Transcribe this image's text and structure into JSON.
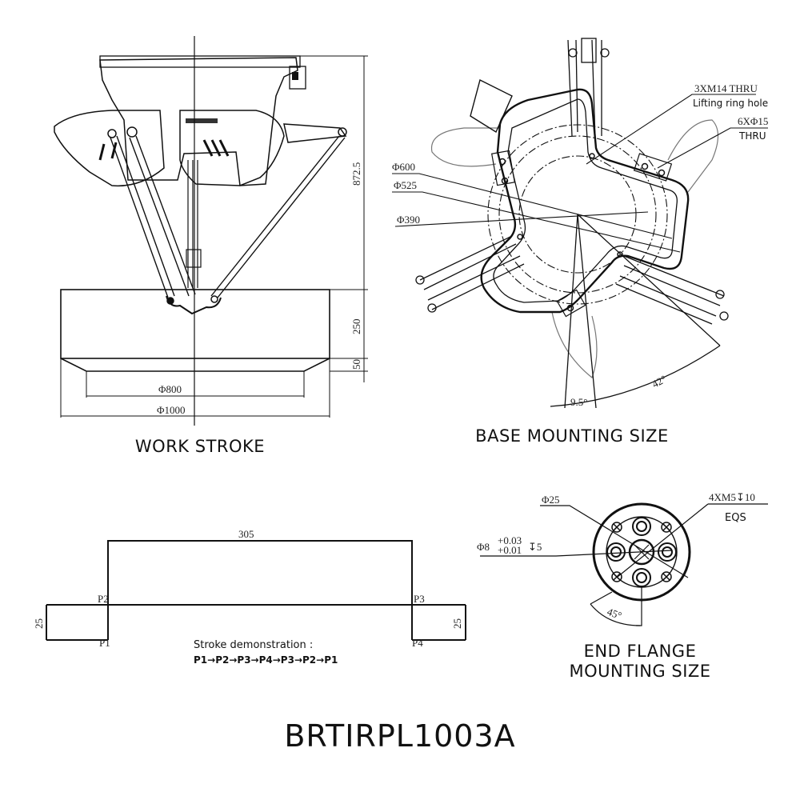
{
  "model": "BRTIRPL1003A",
  "colors": {
    "ink": "#111111",
    "background": "#ffffff"
  },
  "work_stroke": {
    "caption": "WORK STROKE",
    "height_total": "872.5",
    "height_work": "250",
    "height_bottom": "50",
    "dia_bottom": "Φ800",
    "dia_top": "Φ1000"
  },
  "base_mounting": {
    "caption": "BASE MOUNTING SIZE",
    "callout_lifting_main": "3XM14  THRU",
    "callout_lifting_sub": "Lifting ring hole",
    "callout_holes_main": "6XΦ15",
    "callout_holes_sub": "THRU",
    "dia_600": "Φ600",
    "dia_525": "Φ525",
    "dia_390": "Φ390",
    "angle_small": "9.5°",
    "angle_large": "42°"
  },
  "stroke_demo": {
    "width_label": "305",
    "height_left": "25",
    "height_right": "25",
    "points": [
      "P1",
      "P2",
      "P3",
      "P4"
    ],
    "note_title": "Stroke demonstration :",
    "note_sequence": "P1→P2→P3→P4→P3→P2→P1"
  },
  "end_flange": {
    "caption_line1": "END FLANGE",
    "caption_line2": "MOUNTING SIZE",
    "dia_center": "Φ25",
    "pin_main": "Φ8",
    "pin_tol_upper": "+0.03",
    "pin_tol_lower": "+0.01",
    "pin_depth": "↧5",
    "thread_main": "4XM5↧10",
    "thread_sub": "EQS",
    "angle": "45°"
  }
}
